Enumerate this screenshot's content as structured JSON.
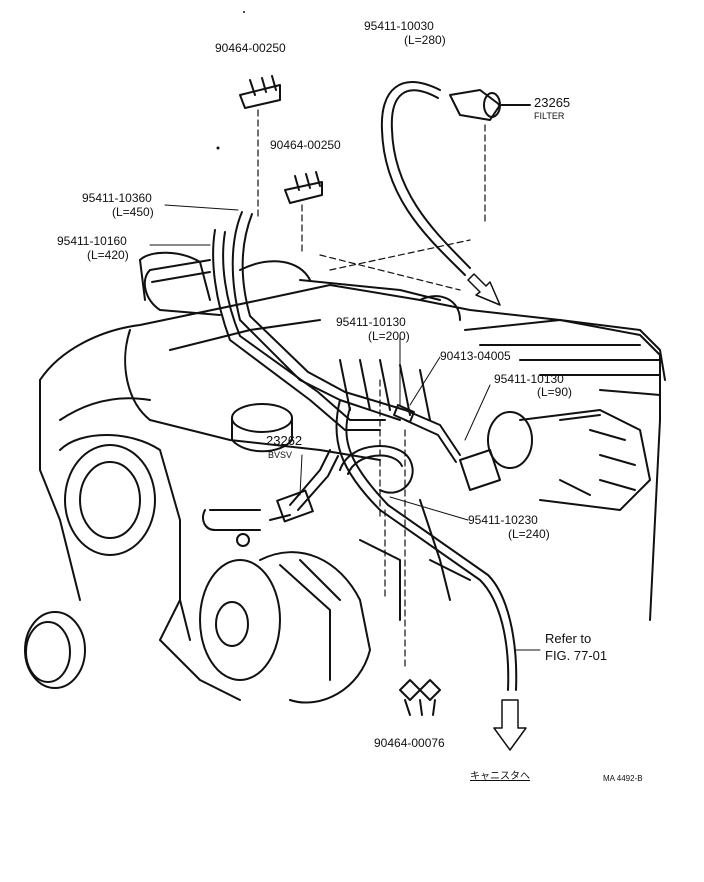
{
  "callouts": {
    "clamp_top": "90464-00250",
    "clamp_mid": "90464-00250",
    "hose_top": {
      "part": "95411-10030",
      "len": "(L=280)"
    },
    "filter": {
      "part": "23265",
      "name": "FILTER"
    },
    "hose_360": {
      "part": "95411-10360",
      "len": "(L=450)"
    },
    "hose_160": {
      "part": "95411-10160",
      "len": "(L=420)"
    },
    "hose_130a": {
      "part": "95411-10130",
      "len": "(L=200)"
    },
    "joint": "90413-04005",
    "hose_130b": {
      "part": "95411-10130",
      "len": "(L=90)"
    },
    "bvsv": {
      "part": "23262",
      "name": "BVSV"
    },
    "hose_230": {
      "part": "95411-10230",
      "len": "(L=240)"
    },
    "refer": {
      "line1": "Refer to",
      "line2": "FIG. 77-01"
    },
    "clip_bottom": "90464-00076",
    "canister": "キャニスタへ",
    "drawing_code": "MA 4492-B"
  }
}
